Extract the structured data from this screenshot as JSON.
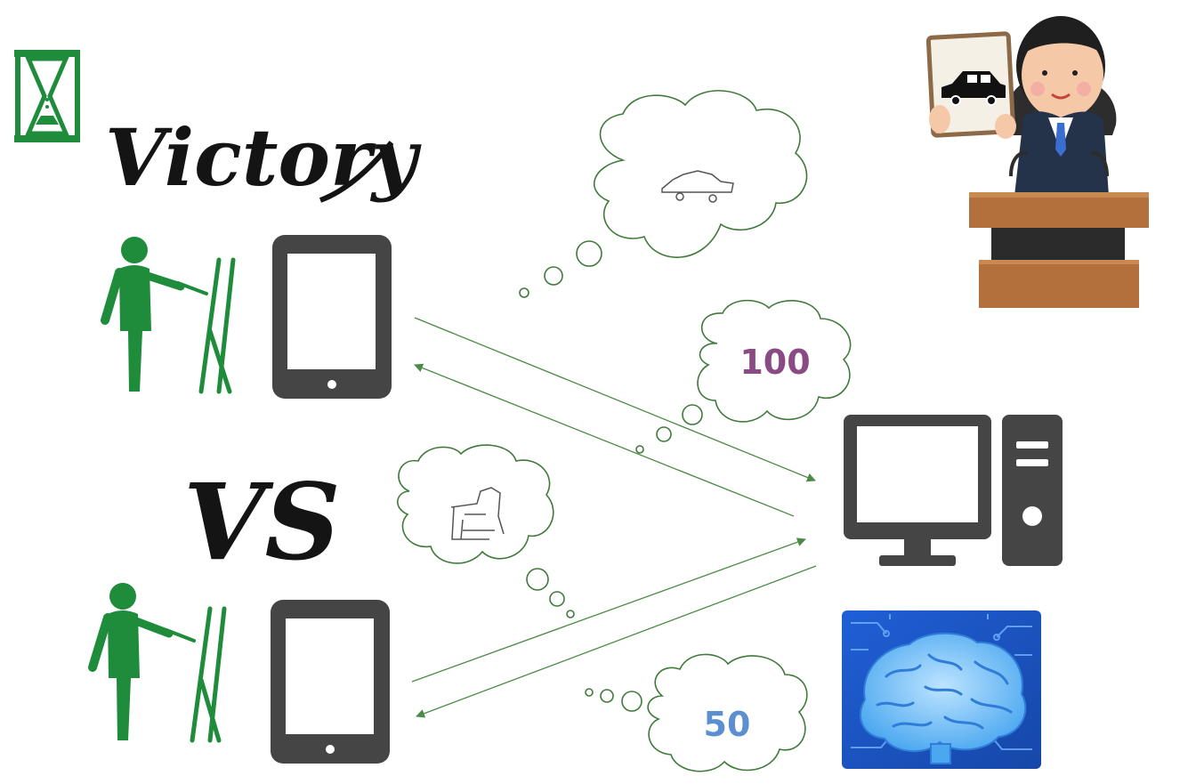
{
  "banner": {
    "victory_text": "Victory",
    "vs_text": "VS"
  },
  "scores": {
    "top_score": "100",
    "bottom_score": "50",
    "top_score_color": "#8a4b84",
    "bottom_score_color": "#5b8fcf"
  },
  "colors": {
    "accent_green": "#1e8c3a",
    "device_gray": "#454545",
    "arrow_green": "#4d8a45",
    "bubble_outline": "#3f7a3a"
  },
  "icons": {
    "timer": "hourglass-icon",
    "player": "painter-at-easel-icon",
    "device": "tablet-icon",
    "server": "desktop-computer-icon",
    "ai": "ai-brain-icon",
    "judge": "presenter-with-car-card-icon"
  }
}
